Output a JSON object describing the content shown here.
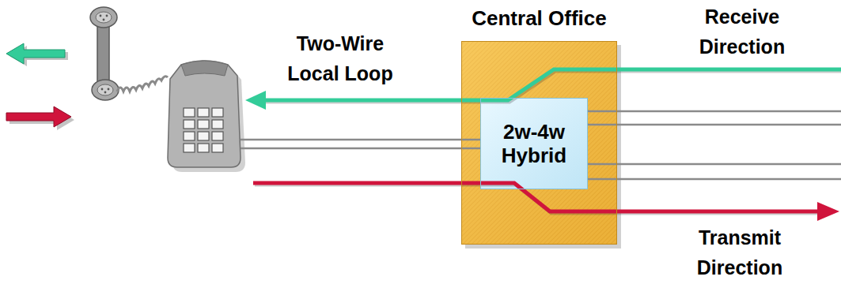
{
  "diagram": {
    "nodes": [
      {
        "text": [
          "Central Office"
        ]
      },
      {
        "text": [
          "2w-4w Hybrid"
        ],
        "in": 0
      }
    ],
    "labels": [
      "Two-Wire Local Loop",
      "Receive Direction",
      "Transmit Direction"
    ]
  }
}
